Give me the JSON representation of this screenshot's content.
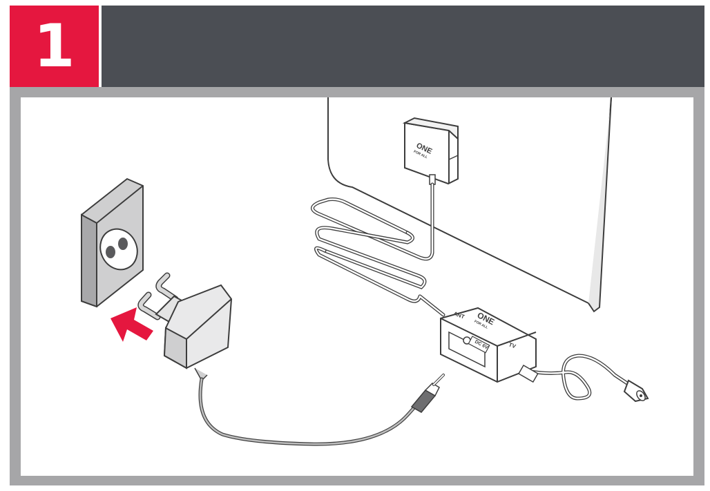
{
  "step": {
    "number": "1"
  },
  "colors": {
    "accent": "#e5173f",
    "header": "#4b4e54",
    "frame": "#a6a6a8",
    "outline": "#3c3c3c",
    "cable": "#8c8c8c",
    "device_fill": "#ffffff",
    "socket_fill": "#cfcfd0"
  },
  "amplifier": {
    "ant_label": "ANT",
    "tv_label": "TV",
    "dc_label": "DC 6V"
  },
  "brand_logo": {
    "top": "ONE",
    "bottom": "FOR ALL"
  },
  "icons": [
    "wall-socket-icon",
    "power-adapter-icon",
    "insert-arrow-icon",
    "antenna-icon",
    "amplifier-icon",
    "coax-connector-icon",
    "dc-jack-icon"
  ]
}
